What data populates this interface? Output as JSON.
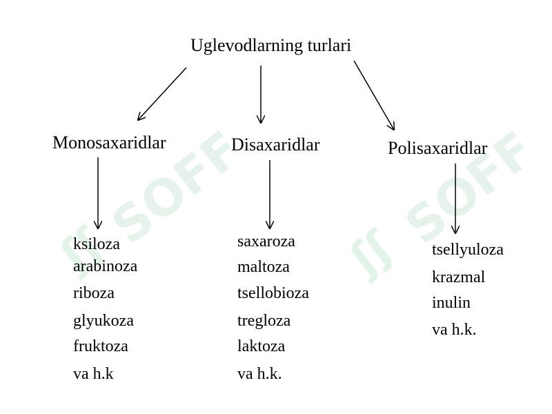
{
  "root": {
    "label": "Uglevodlarning turlari"
  },
  "categories": [
    {
      "label": "Monosaxaridlar",
      "items": [
        "ksiloza",
        "arabinoza",
        "riboza",
        "glyukoza",
        "fruktoza",
        "va h.k"
      ]
    },
    {
      "label": "Disaxaridlar",
      "items": [
        "saxaroza",
        "maltoza",
        "tsellobioza",
        "tregloza",
        "laktoza",
        "va h.k."
      ]
    },
    {
      "label": "Polisaxaridlar",
      "items": [
        "tsellyuloza",
        "krazmal",
        "inulin",
        "va h.k."
      ]
    }
  ],
  "watermark": {
    "text": "SOFF",
    "color": "#e6f3ea"
  },
  "colors": {
    "text": "#000000",
    "arrow": "#000000",
    "background": "#ffffff"
  }
}
